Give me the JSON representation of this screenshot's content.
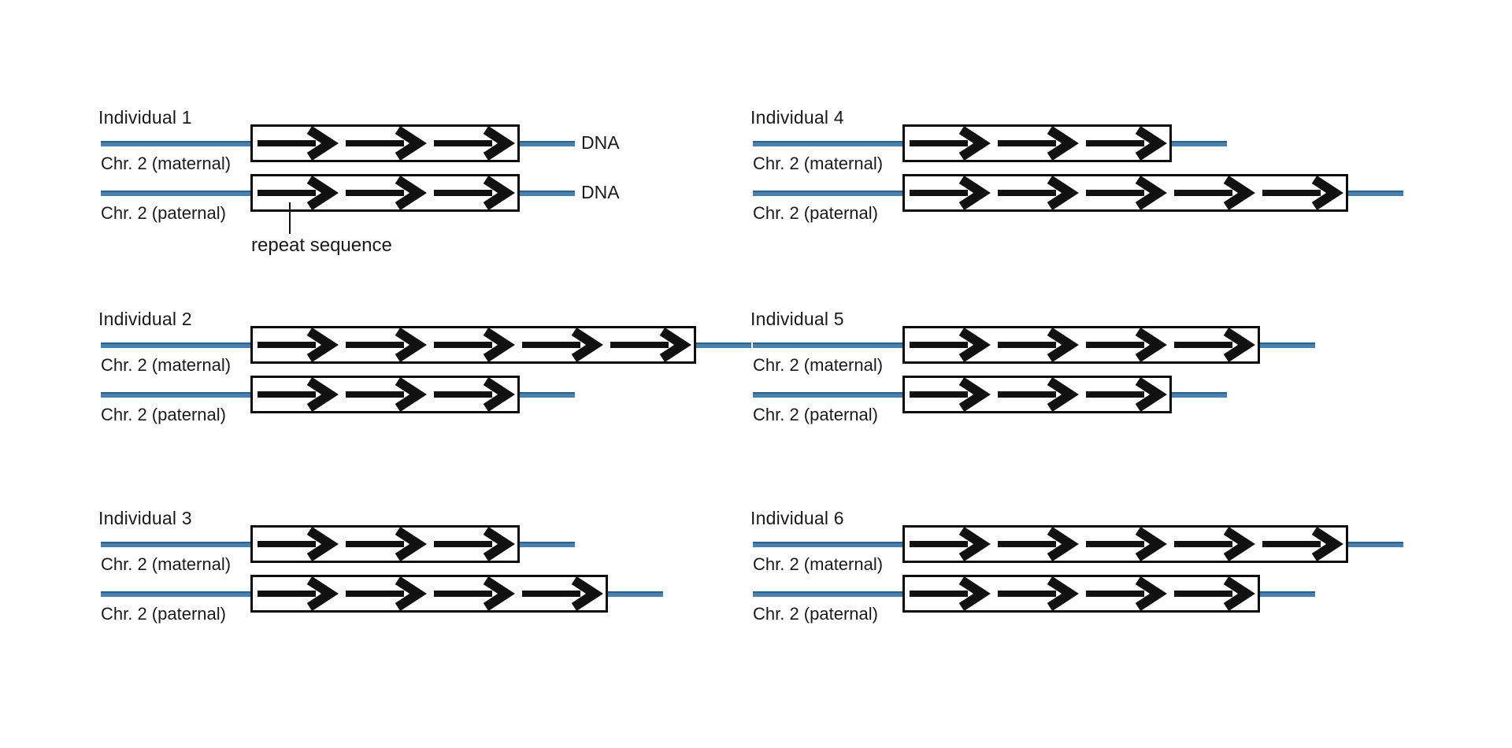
{
  "figure": {
    "description": "Repeat sequence alleles on chromosome 2 for six individuals",
    "colors": {
      "background": "#ffffff",
      "chromosome_line": "#4a80ac",
      "chromosome_line_edge": "#2e5f88",
      "arrow": "#111111",
      "box_border": "#0d0d0d",
      "text": "#1a1a1a"
    },
    "strand_labels": {
      "maternal": "Chr. 2 (maternal)",
      "paternal": "Chr. 2 (paternal)"
    },
    "annotations": {
      "dna": "DNA",
      "repeat_sequence": "repeat sequence"
    },
    "arrow_direction": "right",
    "individuals": [
      {
        "title": "Individual 1",
        "maternal_repeats": 3,
        "paternal_repeats": 3,
        "dna_labels": true,
        "repeat_annotation": true
      },
      {
        "title": "Individual 2",
        "maternal_repeats": 5,
        "paternal_repeats": 3,
        "dna_labels": false,
        "repeat_annotation": false
      },
      {
        "title": "Individual 3",
        "maternal_repeats": 3,
        "paternal_repeats": 4,
        "dna_labels": false,
        "repeat_annotation": false
      },
      {
        "title": "Individual 4",
        "maternal_repeats": 3,
        "paternal_repeats": 5,
        "dna_labels": false,
        "repeat_annotation": false
      },
      {
        "title": "Individual 5",
        "maternal_repeats": 4,
        "paternal_repeats": 3,
        "dna_labels": false,
        "repeat_annotation": false
      },
      {
        "title": "Individual 6",
        "maternal_repeats": 5,
        "paternal_repeats": 4,
        "dna_labels": false,
        "repeat_annotation": false
      }
    ]
  }
}
